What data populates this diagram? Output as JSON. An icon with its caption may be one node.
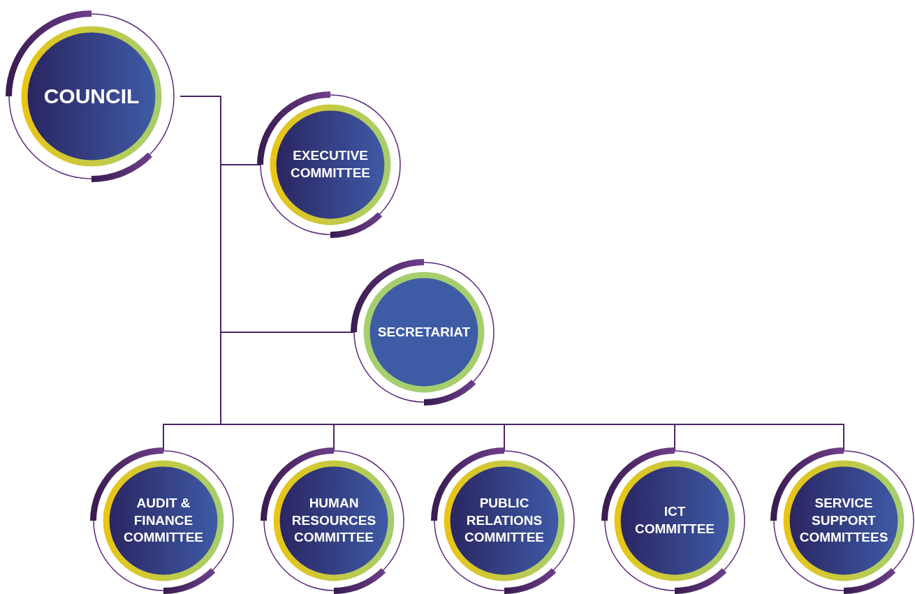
{
  "diagram": {
    "nodes": [
      {
        "text": [
          "COUNCIL"
        ]
      },
      {
        "text": [
          "EXECUTIVE COMMITTEE"
        ]
      },
      {
        "text": [
          "SECRETARIAT"
        ]
      },
      {
        "text": [
          "AUDIT & FINANCE COMMITTEE"
        ]
      },
      {
        "text": [
          "HUMAN RESOURCES COMMITTEE"
        ]
      },
      {
        "text": [
          "PUBLIC RELATIONS COMMITTEE"
        ]
      },
      {
        "text": [
          "ICT COMMITTEE"
        ]
      },
      {
        "text": [
          "SERVICE SUPPORT COMMITTEES"
        ]
      }
    ],
    "edges": [
      {
        "from": 0,
        "to": 1,
        "arrow": "none"
      },
      {
        "from": 0,
        "to": 2,
        "arrow": "none"
      },
      {
        "from": 0,
        "to": 3,
        "arrow": "none"
      },
      {
        "from": 0,
        "to": 4,
        "arrow": "none"
      },
      {
        "from": 0,
        "to": 5,
        "arrow": "none"
      },
      {
        "from": 0,
        "to": 6,
        "arrow": "none"
      },
      {
        "from": 0,
        "to": 7,
        "arrow": "none"
      }
    ]
  }
}
